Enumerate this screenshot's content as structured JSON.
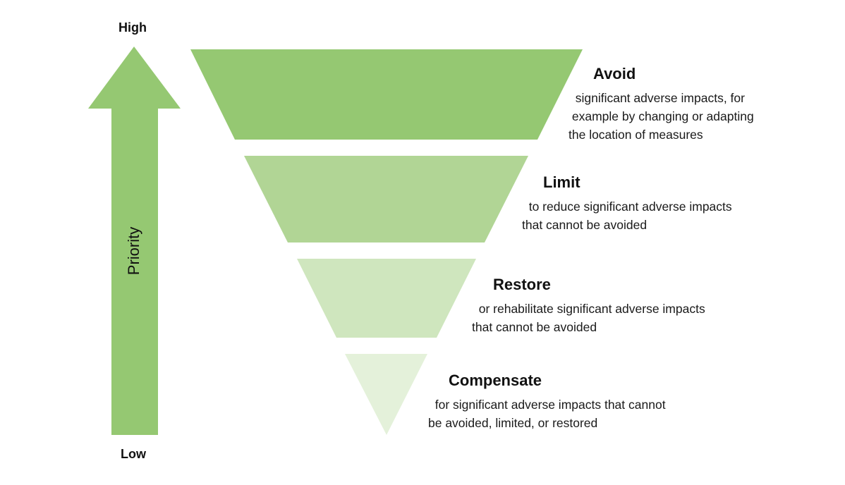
{
  "axis": {
    "high_label": "High",
    "low_label": "Low",
    "priority_label": "Priority"
  },
  "colors": {
    "arrow": "#95c872",
    "avoid": "#95c872",
    "limit": "#b1d595",
    "restore": "#cfe6be",
    "compensate": "#e4f1da"
  },
  "tiers": [
    {
      "title": "Avoid",
      "description": "  significant adverse impacts, for\n example by changing or adapting\nthe location of measures"
    },
    {
      "title": "Limit",
      "description": "  to reduce significant adverse impacts\nthat cannot be avoided"
    },
    {
      "title": "Restore",
      "description": "  or rehabilitate significant adverse impacts\nthat cannot be avoided"
    },
    {
      "title": "Compensate",
      "description": "  for significant adverse impacts that cannot\nbe avoided, limited, or restored"
    }
  ]
}
